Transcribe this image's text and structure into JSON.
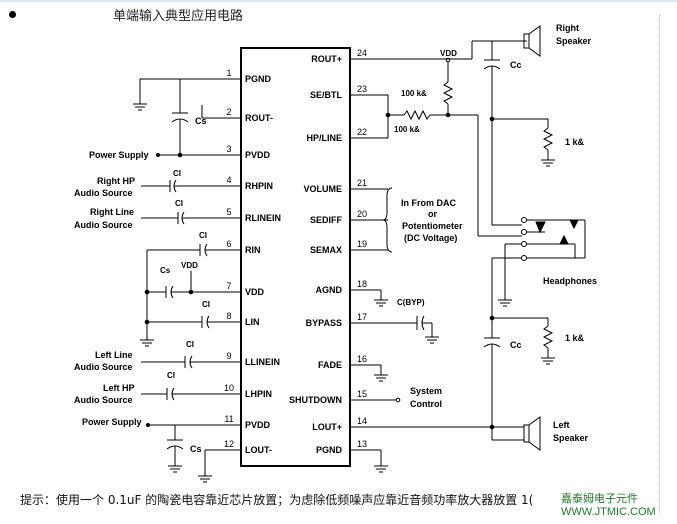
{
  "page": {
    "heading": "单端输入典型应用电路",
    "tip": "提示：使用一个  0.1uF  的陶瓷电容靠近芯片放置；为虑除低频噪声应靠近音频功率放大器放置  1(",
    "watermark_cn": "嘉泰姆电子元件",
    "watermark_url": "WWW.JTMIC.COM"
  },
  "chip": {
    "left_pins": [
      {
        "num": "1",
        "name": "PGND"
      },
      {
        "num": "2",
        "name": "ROUT-"
      },
      {
        "num": "3",
        "name": "PVDD"
      },
      {
        "num": "4",
        "name": "RHPIN"
      },
      {
        "num": "5",
        "name": "RLINEIN"
      },
      {
        "num": "6",
        "name": "RIN"
      },
      {
        "num": "7",
        "name": "VDD"
      },
      {
        "num": "8",
        "name": "LIN"
      },
      {
        "num": "9",
        "name": "LLINEIN"
      },
      {
        "num": "10",
        "name": "LHPIN"
      },
      {
        "num": "11",
        "name": "PVDD"
      },
      {
        "num": "12",
        "name": "LOUT-"
      }
    ],
    "right_pins": [
      {
        "num": "24",
        "name": "ROUT+"
      },
      {
        "num": "23",
        "name": "SE/BTL"
      },
      {
        "num": "22",
        "name": "HP/LINE"
      },
      {
        "num": "21",
        "name": "VOLUME"
      },
      {
        "num": "20",
        "name": "SEDIFF"
      },
      {
        "num": "19",
        "name": "SEMAX"
      },
      {
        "num": "18",
        "name": "AGND"
      },
      {
        "num": "17",
        "name": "BYPASS"
      },
      {
        "num": "16",
        "name": "FADE"
      },
      {
        "num": "15",
        "name": "SHUTDOWN"
      },
      {
        "num": "14",
        "name": "LOUT+"
      },
      {
        "num": "13",
        "name": "PGND"
      }
    ]
  },
  "labels": {
    "cs_top": "Cs",
    "cs_bottom": "Cs",
    "cs_mid": "Cs",
    "power_supply_top": "Power Supply",
    "power_supply_bottom": "Power Supply",
    "right_hp_1": "Right HP",
    "right_hp_2": "Audio Source",
    "right_line_1": "Right Line",
    "right_line_2": "Audio Source",
    "left_line_1": "Left Line",
    "left_line_2": "Audio Source",
    "left_hp_1": "Left HP",
    "left_hp_2": "Audio Source",
    "ci": "CI",
    "vdd_top": "VDD",
    "vdd_mid": "VDD",
    "res_100k_a": "100 k&",
    "res_100k_b": "100 k&",
    "res_1k_top": "1 k&",
    "res_1k_bottom": "1 k&",
    "cc_top": "Cc",
    "cc_bottom": "Cc",
    "right_speaker_1": "Right",
    "right_speaker_2": "Speaker",
    "left_speaker_1": "Left",
    "left_speaker_2": "Speaker",
    "headphones": "Headphones",
    "dac_1": "In From DAC",
    "dac_2": "or",
    "dac_3": "Potentiometer",
    "dac_4": "(DC Voltage)",
    "cbyp": "C(BYP)",
    "system_1": "System",
    "system_2": "Control"
  }
}
